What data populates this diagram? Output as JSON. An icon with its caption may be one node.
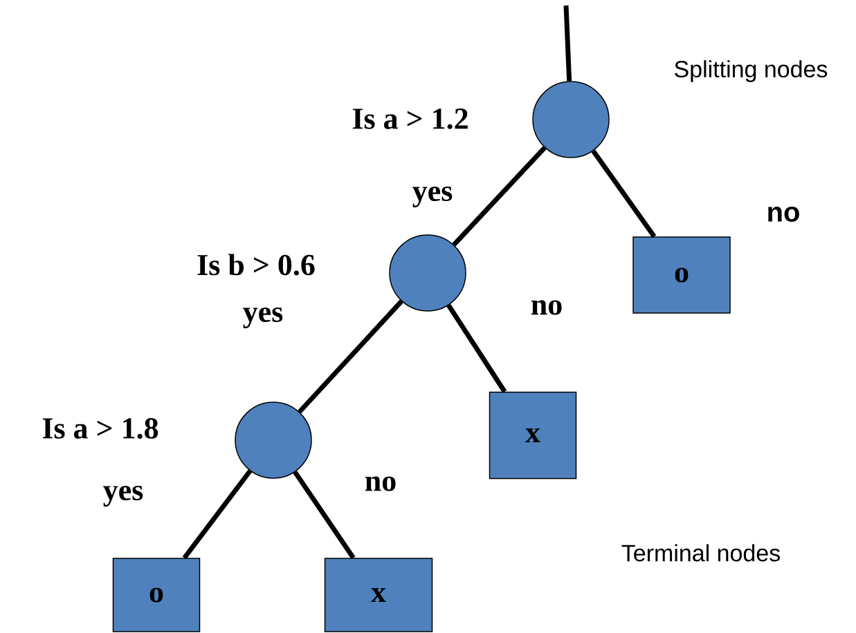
{
  "diagram": {
    "nodes": [
      {
        "text": [],
        "shape": "circle",
        "beside": [
          "Is a > 1.2"
        ]
      },
      {
        "text": [
          "o"
        ]
      },
      {
        "text": [],
        "shape": "circle",
        "beside": [
          "Is b > 0.6"
        ]
      },
      {
        "text": [
          "x"
        ]
      },
      {
        "text": [],
        "shape": "circle",
        "beside": [
          "Is a > 1.8"
        ]
      },
      {
        "text": [
          "o"
        ]
      },
      {
        "text": [
          "x"
        ]
      }
    ],
    "edges": [
      {
        "from": null,
        "to": 0,
        "arrow": "none"
      },
      {
        "from": 0,
        "to": 2,
        "arrow": "none",
        "label": "yes"
      },
      {
        "from": 0,
        "to": 1,
        "arrow": "none",
        "label": "no"
      },
      {
        "from": 2,
        "to": 4,
        "arrow": "none",
        "label": "yes"
      },
      {
        "from": 2,
        "to": 3,
        "arrow": "none",
        "label": "no"
      },
      {
        "from": 4,
        "to": 5,
        "arrow": "none",
        "label": "yes"
      },
      {
        "from": 4,
        "to": 6,
        "arrow": "none",
        "label": "no"
      }
    ],
    "labels": [
      "Splitting nodes",
      "Terminal nodes"
    ]
  }
}
